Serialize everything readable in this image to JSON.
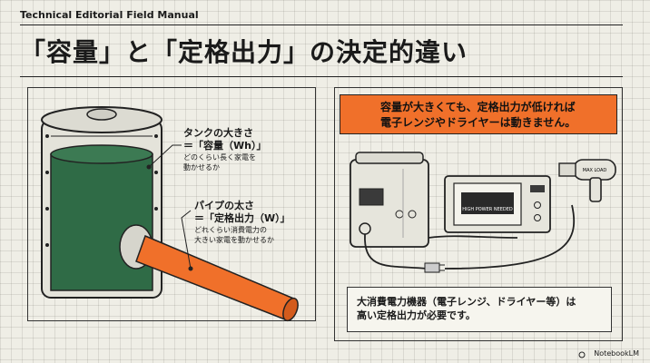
{
  "header": {
    "series_title": "Technical Editorial Field Manual"
  },
  "title": "「容量」と「定格出力」の決定的違い",
  "left": {
    "tank_callout": {
      "line1": "タンクの大きさ",
      "line2": "＝「容量（Wh）」",
      "sub1": "どのくらい長く家電を",
      "sub2": "動かせるか"
    },
    "pipe_callout": {
      "line1": "パイプの太さ",
      "line2": "＝「定格出力（W）」",
      "sub1": "どれくらい消費電力の",
      "sub2": "大きい家電を動かせるか"
    }
  },
  "right": {
    "warning": {
      "line1": "容量が大きくても、定格出力が低ければ",
      "line2": "電子レンジやドライヤーは動きません。"
    },
    "microwave_label": "HIGH POWER NEEDED",
    "dryer_label": "MAX LOAD",
    "note": {
      "line1": "大消費電力機器（電子レンジ、ドライヤー等）は",
      "line2": "高い定格出力が必要です。"
    }
  },
  "footer": {
    "brand": "NotebookLM"
  },
  "colors": {
    "accent_orange": "#f0702a",
    "tank_green": "#2f6b46",
    "ink": "#1a1a1a"
  }
}
